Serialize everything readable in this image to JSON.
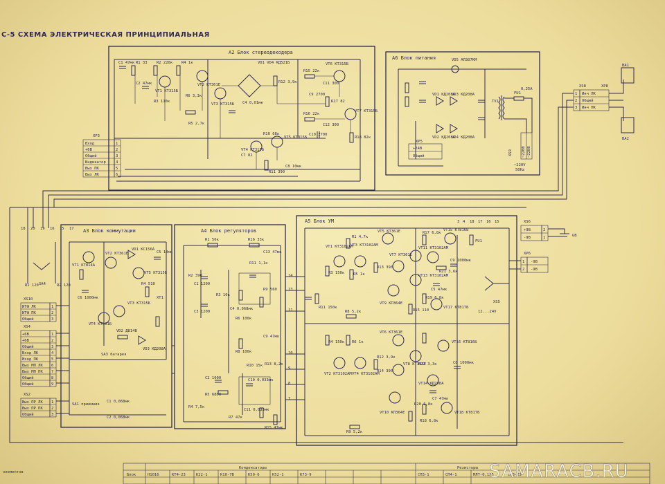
{
  "page": {
    "title": "С-5   СХЕМА ЭЛЕКТРИЧЕСКАЯ ПРИНЦИПИАЛЬНАЯ",
    "watermark": "SAMARACB.RU",
    "footer_left": "элементов"
  },
  "blocks": {
    "a2": "А2 Блок стереодекодера",
    "a6": "А6 Блок питания",
    "a3": "А3 Блок коммутации",
    "a4": "А4 Блок регуляторов",
    "a5": "А5 Блок УМ"
  },
  "xp3": {
    "name": "XP3",
    "rows": [
      "Вход",
      "+6В",
      "Общий",
      "Индикатор",
      "Вых ПК",
      "Вых ЛК"
    ],
    "pins": [
      "1",
      "2",
      "3",
      "4",
      "5",
      "6"
    ]
  },
  "xs8": {
    "name": "XS8",
    "rows": [
      "Инч ЛК",
      "Общий",
      "Инч ПК"
    ],
    "pins": [
      "1",
      "2",
      "3"
    ]
  },
  "xp8": {
    "name": "XP8"
  },
  "ba": [
    "BA1",
    "BA2"
  ],
  "xs10": {
    "name": "XS10",
    "rows": [
      "ИТФ ЛК",
      "ИТФ ПК",
      "Общий"
    ],
    "pins": [
      "1",
      "2",
      "3"
    ]
  },
  "xs4": {
    "name": "XS4",
    "rows": [
      "+6В",
      "+6В",
      "Общий",
      "Вход ЛК",
      "Вход ПК",
      "Вых МП ЛК",
      "Вых МП ПК",
      "Общий",
      "Общий"
    ],
    "pins": [
      "1",
      "2",
      "3",
      "4",
      "5",
      "6",
      "7",
      "8",
      "9"
    ]
  },
  "xs2": {
    "name": "XS2",
    "rows": [
      "Вых ПР ЛК",
      "Вых ПР ПК",
      "Общий"
    ],
    "pins": [
      "1",
      "2",
      "3"
    ]
  },
  "xs6": {
    "name": "XS6",
    "rows": [
      "+9В",
      "-9В"
    ],
    "pins": [
      "2",
      "1"
    ]
  },
  "xp6": {
    "name": "XP6",
    "rows": [
      "-9В",
      "-9В"
    ],
    "pins": [
      "1",
      "2"
    ]
  },
  "xp5": {
    "name": "XP5",
    "rows": [
      "+24В",
      "Общий"
    ]
  },
  "xs9": {
    "name": "XS9",
    "rows": [
      "~220В",
      "~220В"
    ]
  },
  "mains": [
    "~220V",
    "50Hz"
  ],
  "gb": "GB",
  "xs5": "XS5",
  "supply_12": "12...24V",
  "a6_parts": {
    "vd5": "VD5 АЛ307КМ",
    "vd1": "VD1 КД208А",
    "vd2": "VD2 КД208А",
    "vd3": "VD3 КД208А",
    "vd4": "VD4 КД208А",
    "tv": "TV1",
    "fu": "FU1",
    "fuse": "0,25А"
  },
  "a2_labels": [
    {
      "t": "C1 47мк"
    },
    {
      "t": "R1 33"
    },
    {
      "t": "R2 220к"
    },
    {
      "t": "R4 1к"
    },
    {
      "t": "VT1 КТ315Б"
    },
    {
      "t": "C2 47мк"
    },
    {
      "t": "R3 110к"
    },
    {
      "t": "VT3 КТ315Б"
    },
    {
      "t": "VT2 КТ361Е"
    },
    {
      "t": "R6 3,3к"
    },
    {
      "t": "VD1 VD4 КД521Б"
    },
    {
      "t": "C4 0,01мк"
    },
    {
      "t": "R12 3,9к"
    },
    {
      "t": "R15 22к"
    },
    {
      "t": "VT6 КТ315Б"
    },
    {
      "t": "C11 300"
    },
    {
      "t": "R17 82"
    },
    {
      "t": "VT7 КТ315Б"
    },
    {
      "t": "R16 22к"
    },
    {
      "t": "C12 300"
    },
    {
      "t": "R18 82к"
    },
    {
      "t": "VT5 КТ315Б"
    },
    {
      "t": "R10 68к"
    },
    {
      "t": "R11 390"
    },
    {
      "t": "C8 10мк"
    },
    {
      "t": "VT4 КТ315Б"
    },
    {
      "t": "C7 82"
    },
    {
      "t": "R5 2,7к"
    },
    {
      "t": "C9 2700"
    },
    {
      "t": "C10 2700"
    }
  ],
  "a3_labels": [
    {
      "t": "VT1 КТ814А"
    },
    {
      "t": "VT2 КТ361Е"
    },
    {
      "t": "VD1 КС156А"
    },
    {
      "t": "C5 10мк"
    },
    {
      "t": "R4 510"
    },
    {
      "t": "VT5 КТ315Б"
    },
    {
      "t": "C6 1000мк"
    },
    {
      "t": "VT3 КТ315Б"
    },
    {
      "t": "VD2 Д814В"
    },
    {
      "t": "VT4 КТ501Б"
    },
    {
      "t": "VD3 КД208А"
    },
    {
      "t": "SA3 батарея"
    },
    {
      "t": "SA4"
    },
    {
      "t": "SA1 приемник"
    },
    {
      "t": "C1 0,068мк"
    },
    {
      "t": "C2 0,068мк"
    },
    {
      "t": "R1 120"
    },
    {
      "t": "R2 120"
    },
    {
      "t": "XT1"
    }
  ],
  "a4_labels": [
    {
      "t": "R1 56к"
    },
    {
      "t": "C1 1200"
    },
    {
      "t": "R16 33к"
    },
    {
      "t": "C13 47мк"
    },
    {
      "t": "C3 1200"
    },
    {
      "t": "R3 10к"
    },
    {
      "t": "C4 0,068мк"
    },
    {
      "t": "R6 100к"
    },
    {
      "t": "R5 6800"
    },
    {
      "t": "C10 0,033мк"
    },
    {
      "t": "R2 390"
    },
    {
      "t": "R9 560"
    },
    {
      "t": "C2 1000"
    },
    {
      "t": "C9 47мк"
    },
    {
      "t": "R8 100к"
    },
    {
      "t": "R15 47мк"
    },
    {
      "t": "R4 7,5к"
    },
    {
      "t": "C11 0,033мк"
    },
    {
      "t": "R7 47к"
    },
    {
      "t": "R11 1,1к"
    },
    {
      "t": "R13 8,2к"
    },
    {
      "t": "R10 15к"
    }
  ],
  "a5_labels": [
    {
      "t": "VT1 КТ3102АМ"
    },
    {
      "t": "R1 4,7к"
    },
    {
      "t": "VT3 КТ3102АМ"
    },
    {
      "t": "VT5 КТ361Е"
    },
    {
      "t": "R17 6,8к"
    },
    {
      "t": "VT15 КТ816Б"
    },
    {
      "t": "VT11 КТ3102АМ"
    },
    {
      "t": "C9 1000мк"
    },
    {
      "t": "R3 150к"
    },
    {
      "t": "R5 1к"
    },
    {
      "t": "R13 390"
    },
    {
      "t": "VT7 КТ361Е"
    },
    {
      "t": "R21 3,6к"
    },
    {
      "t": "C5 47мк"
    },
    {
      "t": "R19 6,8к"
    },
    {
      "t": "VT9 КП364Е"
    },
    {
      "t": "VT13 КТ3102АМ"
    },
    {
      "t": "VT17 КТ817Б"
    },
    {
      "t": "R15 110"
    },
    {
      "t": "FU1"
    },
    {
      "t": "R4 150к"
    },
    {
      "t": "R6 1к"
    },
    {
      "t": "VT2 КТ3102АМ"
    },
    {
      "t": "VT4 КТ3102АМ"
    },
    {
      "t": "VT6 КТ361Е"
    },
    {
      "t": "R12 3,9к"
    },
    {
      "t": "R14 390"
    },
    {
      "t": "VT8 КТ361Е"
    },
    {
      "t": "R22 3,3к"
    },
    {
      "t": "C8 1000мк"
    },
    {
      "t": "VT16 КТ816Б"
    },
    {
      "t": "VT14 КД208А"
    },
    {
      "t": "C7 47мк"
    },
    {
      "t": "VT10 КП364Е"
    },
    {
      "t": "R18 6,8к"
    },
    {
      "t": "R20 6,8к"
    },
    {
      "t": "VT18 КТ817Б"
    },
    {
      "t": "R9 5,2к"
    },
    {
      "t": "R8 5,2к"
    },
    {
      "t": "R11 150к"
    }
  ],
  "bus_numbers": [
    "18",
    "20",
    "19",
    "16",
    "15",
    "17",
    "14",
    "13",
    "11",
    "10",
    "9",
    "8",
    "7"
  ],
  "bus_right": [
    "3",
    "4",
    "18",
    "17",
    "16",
    "15"
  ],
  "table": {
    "head1": "Конденсаторы",
    "head2": "Резисторы",
    "row_label": "Блок",
    "cells": [
      "Н1016",
      "КТ4-23",
      "К22-1",
      "К10-7В",
      "К50-6",
      "К52-1",
      "К73-9",
      "СП3-1",
      "СП4-1",
      "МЛТ-0,125",
      "СП3-23"
    ]
  }
}
